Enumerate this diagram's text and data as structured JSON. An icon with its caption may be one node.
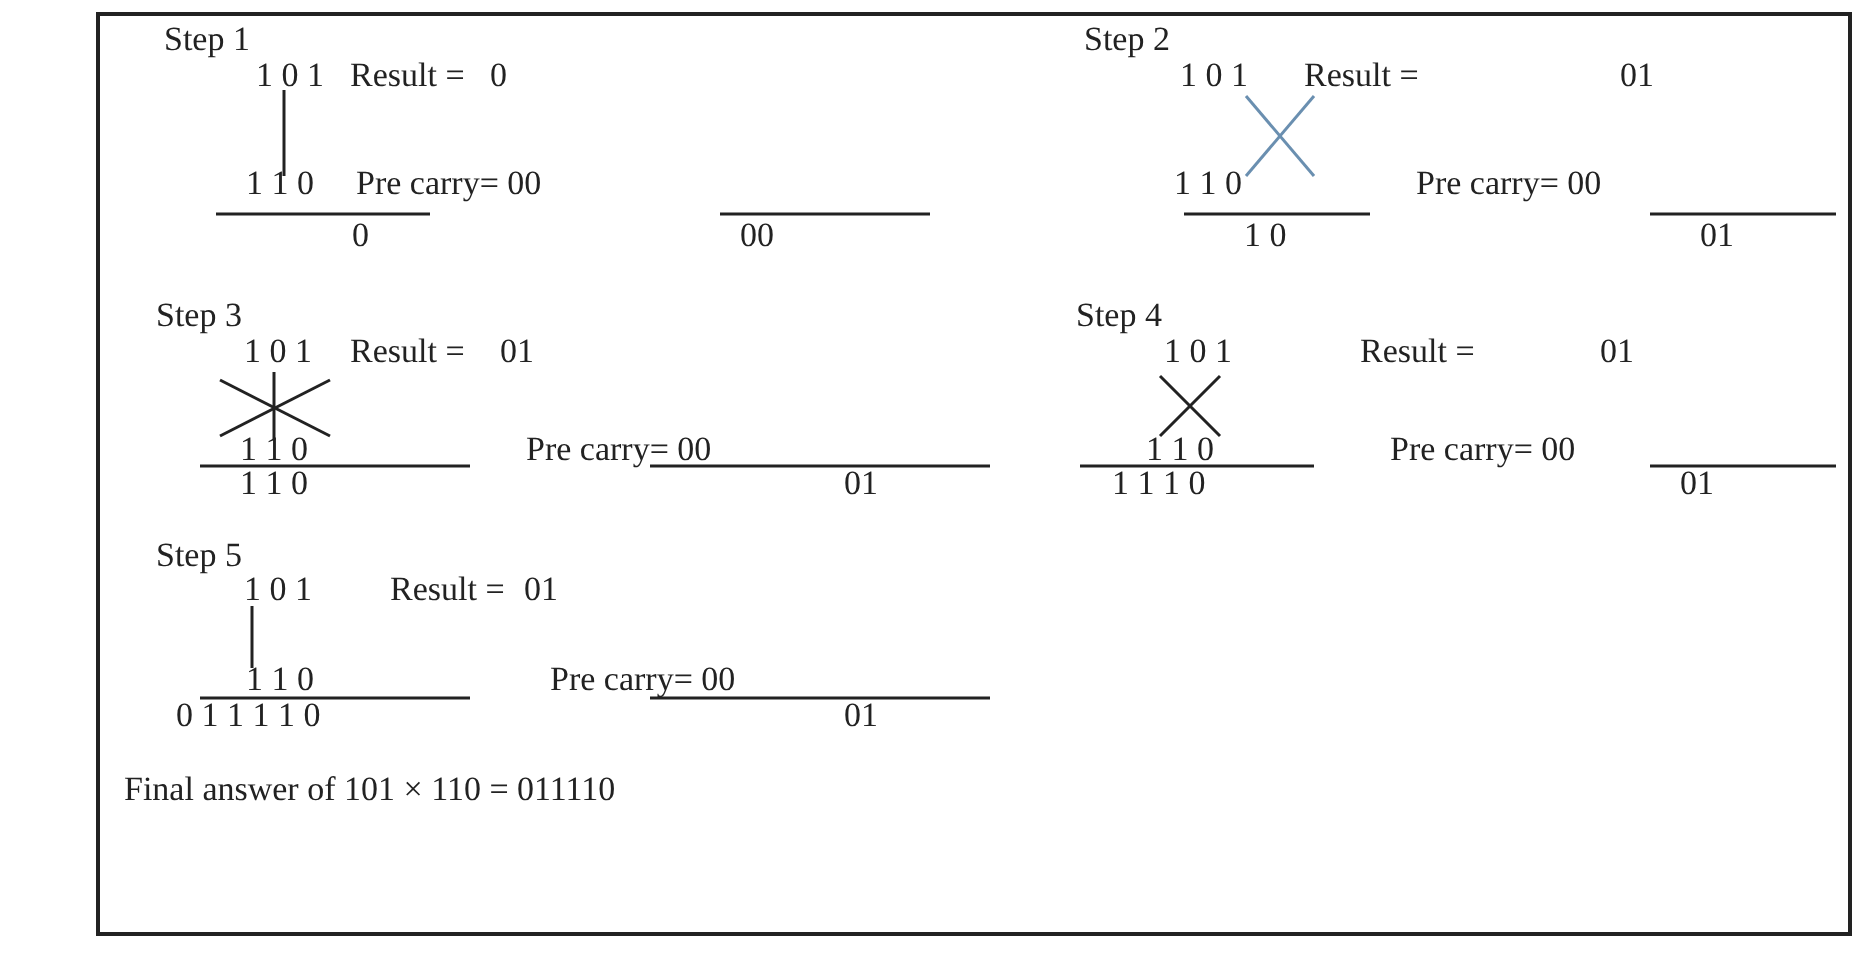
{
  "diagram": {
    "labels": [
      "Step 1",
      "1 0 1",
      "Result =",
      "0",
      "1 1 0",
      "Pre carry= 00",
      "0",
      "00",
      "Step 2",
      "1 0 1",
      "Result =",
      "01",
      "1 1 0",
      "Pre carry= 00",
      "1 0",
      "01",
      "Step 3",
      "1 0 1",
      "Result =",
      "01",
      "1 1 0",
      "Pre carry= 00",
      "1 1 0",
      "01",
      "Step 4",
      "1 0 1",
      "Result =",
      "01",
      "1 1 0",
      "Pre carry= 00",
      "1 1 1 0",
      "01",
      "Step 5",
      "1 0 1",
      "Result =",
      "01",
      "1 1 0",
      "Pre carry= 00",
      "0 1 1 1 1 0",
      "01",
      "Final answer of 101 × 110 = 011110"
    ]
  }
}
